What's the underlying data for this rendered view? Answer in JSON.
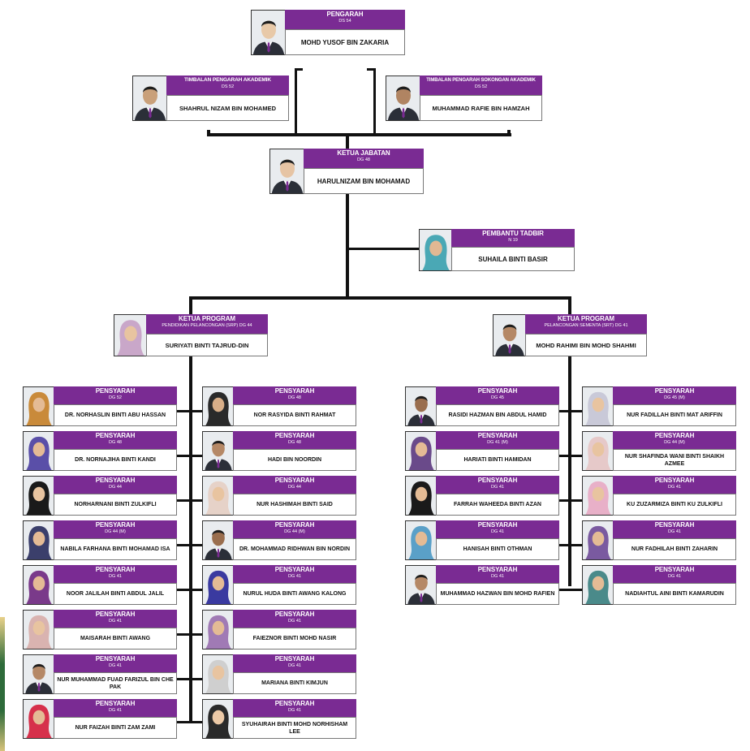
{
  "top": [
    {
      "title": "PENGARAH",
      "grade": "DS 54",
      "name": "MOHD YUSOF BIN ZAKARIA",
      "gender": "m",
      "skin": "#e8c9a8"
    },
    {
      "title": "TIMBALAN PENGARAH AKADEMIK",
      "grade": "DS 52",
      "name": "SHAHRUL NIZAM BIN MOHAMED",
      "gender": "m",
      "skin": "#c9a07a"
    },
    {
      "title": "TIMBALAN PENGARAH SOKONGAN AKADEMIK",
      "grade": "DS 52",
      "name": "MUHAMMAD RAFIE BIN HAMZAH",
      "gender": "m",
      "skin": "#b08462"
    },
    {
      "title": "KETUA JABATAN",
      "grade": "DG 48",
      "name": "HARULNIZAM BIN MOHAMAD",
      "gender": "m",
      "skin": "#e6c4a4"
    },
    {
      "title": "PEMBANTU TADBIR",
      "grade": "N 19",
      "name": "SUHAILA BINTI BASIR",
      "gender": "f",
      "scarf": "#4aa8b5",
      "skin": "#e0b893"
    },
    {
      "title": "KETUA PROGRAM",
      "grade": "PENDIDIKAN PELANCONGAN (SRP) DG 44",
      "name": "SURIYATI BINTI TAJRUD-DIN",
      "gender": "f",
      "scarf": "#c9a7c9",
      "skin": "#e8c4a0"
    },
    {
      "title": "KETUA PROGRAM",
      "grade": "PELANCONGAN SEMENTA (SRT) DG 41",
      "name": "MOHD RAHIMI BIN MOHD SHAHMI",
      "gender": "m",
      "skin": "#b58866"
    }
  ],
  "left_col1": [
    {
      "title": "PENSYARAH",
      "grade": "DG 52",
      "name": "DR. NORHASLIN BINTI ABU HASSAN",
      "gender": "f",
      "scarf": "#c98a3a",
      "skin": "#e4bb95"
    },
    {
      "title": "PENSYARAH",
      "grade": "DG 48",
      "name": "DR. NORNAJIHA BINTI KANDI",
      "gender": "f",
      "scarf": "#5a4fa8",
      "skin": "#e4bb95"
    },
    {
      "title": "PENSYARAH",
      "grade": "DG 44",
      "name": "NORHARNANI BINTI ZULKIFLI",
      "gender": "f",
      "scarf": "#1a1a1a",
      "skin": "#e8c4a0"
    },
    {
      "title": "PENSYARAH",
      "grade": "DG 44 (M)",
      "name": "NABILA FARHANA BINTI MOHAMAD ISA",
      "gender": "f",
      "scarf": "#3b3f6b",
      "skin": "#e4bb95"
    },
    {
      "title": "PENSYARAH",
      "grade": "DG 41",
      "name": "NOOR JALILAH BINTI ABDUL JALIL",
      "gender": "f",
      "scarf": "#7a3a8a",
      "skin": "#e4bb95"
    },
    {
      "title": "PENSYARAH",
      "grade": "DG 41",
      "name": "MAISARAH BINTI AWANG",
      "gender": "f",
      "scarf": "#d9b3b0",
      "skin": "#e8c4a0"
    },
    {
      "title": "PENSYARAH",
      "grade": "DG 41",
      "name": "NUR MUHAMMAD FUAD FARIZUL BIN CHE PAK",
      "gender": "m",
      "skin": "#b58866"
    },
    {
      "title": "PENSYARAH",
      "grade": "DG 41",
      "name": "NUR FAIZAH BINTI ZAM ZAMI",
      "gender": "f",
      "scarf": "#d6304b",
      "skin": "#e4bb95"
    }
  ],
  "left_col2": [
    {
      "title": "PENSYARAH",
      "grade": "DG 48",
      "name": "NOR RASYIDA BINTI RAHMAT",
      "gender": "f",
      "scarf": "#2a2a2a",
      "skin": "#d8ae88"
    },
    {
      "title": "PENSYARAH",
      "grade": "DG 48",
      "name": "HADI BIN NOORDIN",
      "gender": "m",
      "skin": "#b58866"
    },
    {
      "title": "PENSYARAH",
      "grade": "DG 44",
      "name": "NUR HASHIMAH BINTI SAID",
      "gender": "f",
      "scarf": "#e6d2c8",
      "skin": "#e8c4a0"
    },
    {
      "title": "PENSYARAH",
      "grade": "DG 44 (M)",
      "name": "DR. MOHAMMAD RIDHWAN BIN NORDIN",
      "gender": "m",
      "skin": "#9a6e4e"
    },
    {
      "title": "PENSYARAH",
      "grade": "DG 41",
      "name": "NURUL HUDA BINTI AWANG KALONG",
      "gender": "f",
      "scarf": "#3a3aa0",
      "skin": "#e4bb95"
    },
    {
      "title": "PENSYARAH",
      "grade": "DG 41",
      "name": "FAIEZNOR BINTI MOHD NASIR",
      "gender": "f",
      "scarf": "#a07ab5",
      "skin": "#e4bb95"
    },
    {
      "title": "PENSYARAH",
      "grade": "DG 41",
      "name": "MARIANA BINTI KIMJUN",
      "gender": "f",
      "scarf": "#cfcfcf",
      "skin": "#e8c4a0"
    },
    {
      "title": "PENSYARAH",
      "grade": "DG 41",
      "name": "SYUHAIRAH BINTI MOHD NORHISHAM LEE",
      "gender": "f",
      "scarf": "#2a2a2a",
      "skin": "#ecc9a6"
    }
  ],
  "right_col1": [
    {
      "title": "PENSYARAH",
      "grade": "DG 45",
      "name": "RASIDI HAZMAN BIN ABDUL HAMID",
      "gender": "m",
      "skin": "#9a6e4e"
    },
    {
      "title": "PENSYARAH",
      "grade": "DG 41 (M)",
      "name": "HARIATI BINTI HAMIDAN",
      "gender": "f",
      "scarf": "#6a4a8a",
      "skin": "#e4bb95"
    },
    {
      "title": "PENSYARAH",
      "grade": "DG 41",
      "name": "FARRAH WAHEEDA BINTI AZAN",
      "gender": "f",
      "scarf": "#1a1a1a",
      "skin": "#e4bb95"
    },
    {
      "title": "PENSYARAH",
      "grade": "DG 41",
      "name": "HANISAH BINTI OTHMAN",
      "gender": "f",
      "scarf": "#5aa0c8",
      "skin": "#e4bb95"
    },
    {
      "title": "PENSYARAH",
      "grade": "DG 41",
      "name": "MUHAMMAD HAZWAN BIN MOHD RAFIEN",
      "gender": "m",
      "skin": "#b58866"
    }
  ],
  "right_col2": [
    {
      "title": "PENSYARAH",
      "grade": "DG 45 (M)",
      "name": "NUR FADILLAH BINTI MAT ARIFFIN",
      "gender": "f",
      "scarf": "#c9c9d8",
      "skin": "#e8c4a0"
    },
    {
      "title": "PENSYARAH",
      "grade": "DG 44 (M)",
      "name": "NUR SHAFINDA WANI BINTI SHAIKH AZMEE",
      "gender": "f",
      "scarf": "#e6c9c9",
      "skin": "#e8c4a0"
    },
    {
      "title": "PENSYARAH",
      "grade": "DG 41",
      "name": "KU ZUZARMIZA BINTI KU ZULKIFLI",
      "gender": "f",
      "scarf": "#e8b0c8",
      "skin": "#e8c4a0"
    },
    {
      "title": "PENSYARAH",
      "grade": "DG 41",
      "name": "NUR FADHILAH BINTI ZAHARIN",
      "gender": "f",
      "scarf": "#7a5aa0",
      "skin": "#e4bb95"
    },
    {
      "title": "PENSYARAH",
      "grade": "DG 41",
      "name": "NADIAHTUL AINI BINTI KAMARUDIN",
      "gender": "f",
      "scarf": "#4a8a8a",
      "skin": "#e4bb95"
    }
  ]
}
